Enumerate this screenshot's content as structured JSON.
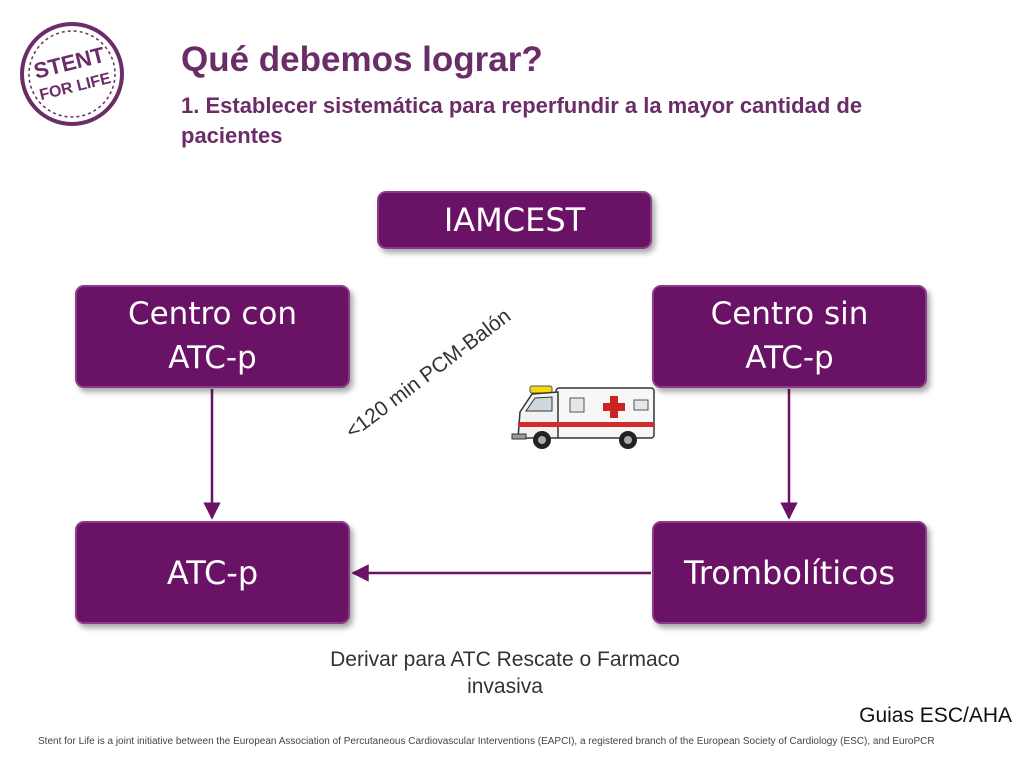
{
  "header": {
    "title": "Qué debemos lograr?",
    "subtitle": "1. Establecer sistemática para reperfundir a la mayor cantidad de pacientes"
  },
  "logo": {
    "line1": "STENT",
    "line2": "FOR LIFE",
    "color": "#6b2d68"
  },
  "diagram": {
    "nodes": {
      "iamcest": "IAMCEST",
      "centro_con": {
        "line1": "Centro con",
        "line2": "ATC-p"
      },
      "centro_sin": {
        "line1": "Centro sin",
        "line2": "ATC-p"
      },
      "atcp": "ATC-p",
      "tromboliticos": "Trombolíticos"
    },
    "transfer_label": "<120 min PCM-Balón",
    "rescue_note": "Derivar para ATC Rescate o Farmaco invasiva",
    "box_color": "#6a1265",
    "arrow_color": "#6a1265"
  },
  "source": "Guias ESC/AHA",
  "footer": "Stent for Life is a joint initiative between the European Association of Percutaneous Cardiovascular Interventions (EAPCI), a registered branch of the European Society of Cardiology (ESC), and EuroPCR"
}
